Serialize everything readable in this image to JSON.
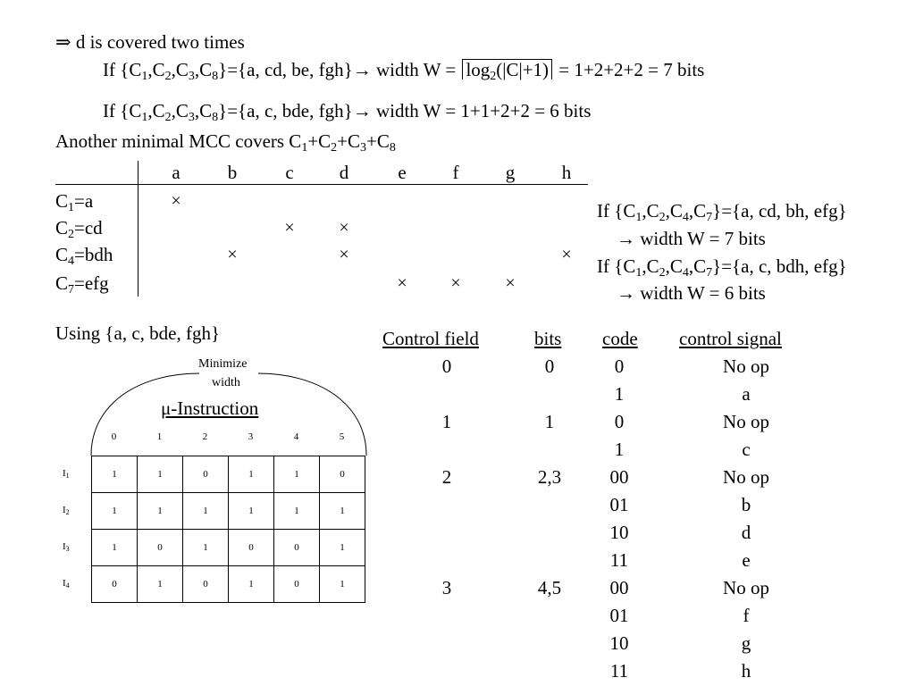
{
  "intro": {
    "line1": "⇒ d is covered two times",
    "line2_prefix": "If {C",
    "line2_sets": "={a, cd, be, fgh}",
    "line2_arrow": "→ width W =",
    "line2_log": "log",
    "line2_logarg": "(|C|+1)",
    "line2_result": "= 1+2+2+2 = 7 bits",
    "line3_sets": "={a, c, bde, fgh}",
    "line3_result": "→ width W = 1+1+2+2 = 6 bits",
    "line4": "Another minimal MCC covers C"
  },
  "mcc": {
    "columns": [
      "a",
      "b",
      "c",
      "d",
      "e",
      "f",
      "g",
      "h"
    ],
    "rows": [
      {
        "label": "C",
        "sub": "1",
        "value": "=a",
        "marks": [
          "a"
        ]
      },
      {
        "label": "C",
        "sub": "2",
        "value": "=cd",
        "marks": [
          "c",
          "d"
        ]
      },
      {
        "label": "C",
        "sub": "4",
        "value": "=bdh",
        "marks": [
          "b",
          "d",
          "h"
        ]
      },
      {
        "label": "C",
        "sub": "7",
        "value": "=efg",
        "marks": [
          "e",
          "f",
          "g"
        ]
      }
    ],
    "mark_symbol": "×"
  },
  "side_notes": {
    "n1_prefix": "If {C",
    "n1_sets": "={a, cd, bh, efg}",
    "n1_result": "→ width W = 7 bits",
    "n2_sets": "={a, c, bdh, efg}",
    "n2_result": "→ width W = 6 bits"
  },
  "using_label": "Using {a, c, bde, fgh}",
  "micro": {
    "minimize": "Minimize",
    "width": "width",
    "title": "μ-Instruction",
    "col_numbers": [
      "0",
      "1",
      "2",
      "3",
      "4",
      "5"
    ],
    "row_labels": [
      "I",
      "I",
      "I",
      "I"
    ],
    "row_subs": [
      "1",
      "2",
      "3",
      "4"
    ],
    "grid": [
      [
        "1",
        "1",
        "0",
        "1",
        "1",
        "0"
      ],
      [
        "1",
        "1",
        "1",
        "1",
        "1",
        "1"
      ],
      [
        "1",
        "0",
        "1",
        "0",
        "0",
        "1"
      ],
      [
        "0",
        "1",
        "0",
        "1",
        "0",
        "1"
      ]
    ]
  },
  "control_table": {
    "headers": [
      "Control field",
      "bits",
      "code",
      "control signal"
    ],
    "rows": [
      {
        "field": "0",
        "bits": "0",
        "code": "0",
        "signal": "No op"
      },
      {
        "field": "",
        "bits": "",
        "code": "1",
        "signal": "a"
      },
      {
        "field": "1",
        "bits": "1",
        "code": "0",
        "signal": "No op"
      },
      {
        "field": "",
        "bits": "",
        "code": "1",
        "signal": "c"
      },
      {
        "field": "2",
        "bits": "2,3",
        "code": "00",
        "signal": "No op"
      },
      {
        "field": "",
        "bits": "",
        "code": "01",
        "signal": "b"
      },
      {
        "field": "",
        "bits": "",
        "code": "10",
        "signal": "d"
      },
      {
        "field": "",
        "bits": "",
        "code": "11",
        "signal": "e"
      },
      {
        "field": "3",
        "bits": "4,5",
        "code": "00",
        "signal": "No op"
      },
      {
        "field": "",
        "bits": "",
        "code": "01",
        "signal": "f"
      },
      {
        "field": "",
        "bits": "",
        "code": "10",
        "signal": "g"
      },
      {
        "field": "",
        "bits": "",
        "code": "11",
        "signal": "h"
      }
    ]
  }
}
